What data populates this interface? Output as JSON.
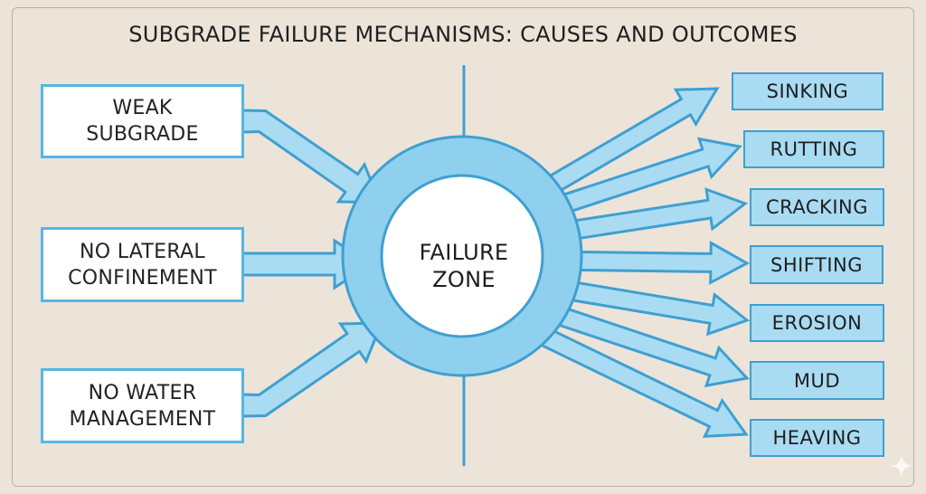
{
  "title": "SUBGRADE FAILURE MECHANISMS: CAUSES AND OUTCOMES",
  "center": {
    "label": "FAILURE\nZONE"
  },
  "causes": [
    {
      "label": "WEAK\nSUBGRADE"
    },
    {
      "label": "NO LATERAL\nCONFINEMENT"
    },
    {
      "label": "NO WATER\nMANAGEMENT"
    }
  ],
  "outcomes": [
    {
      "label": "SINKING"
    },
    {
      "label": "RUTTING"
    },
    {
      "label": "CRACKING"
    },
    {
      "label": "SHIFTING"
    },
    {
      "label": "EROSION"
    },
    {
      "label": "MUD"
    },
    {
      "label": "HEAVING"
    }
  ],
  "colors": {
    "background": "#ece4d9",
    "arrow_fill": "#a9dcf3",
    "arrow_stroke": "#3f9fd1",
    "ring": "#8fd0ef",
    "box_border": "#56b6e2"
  }
}
